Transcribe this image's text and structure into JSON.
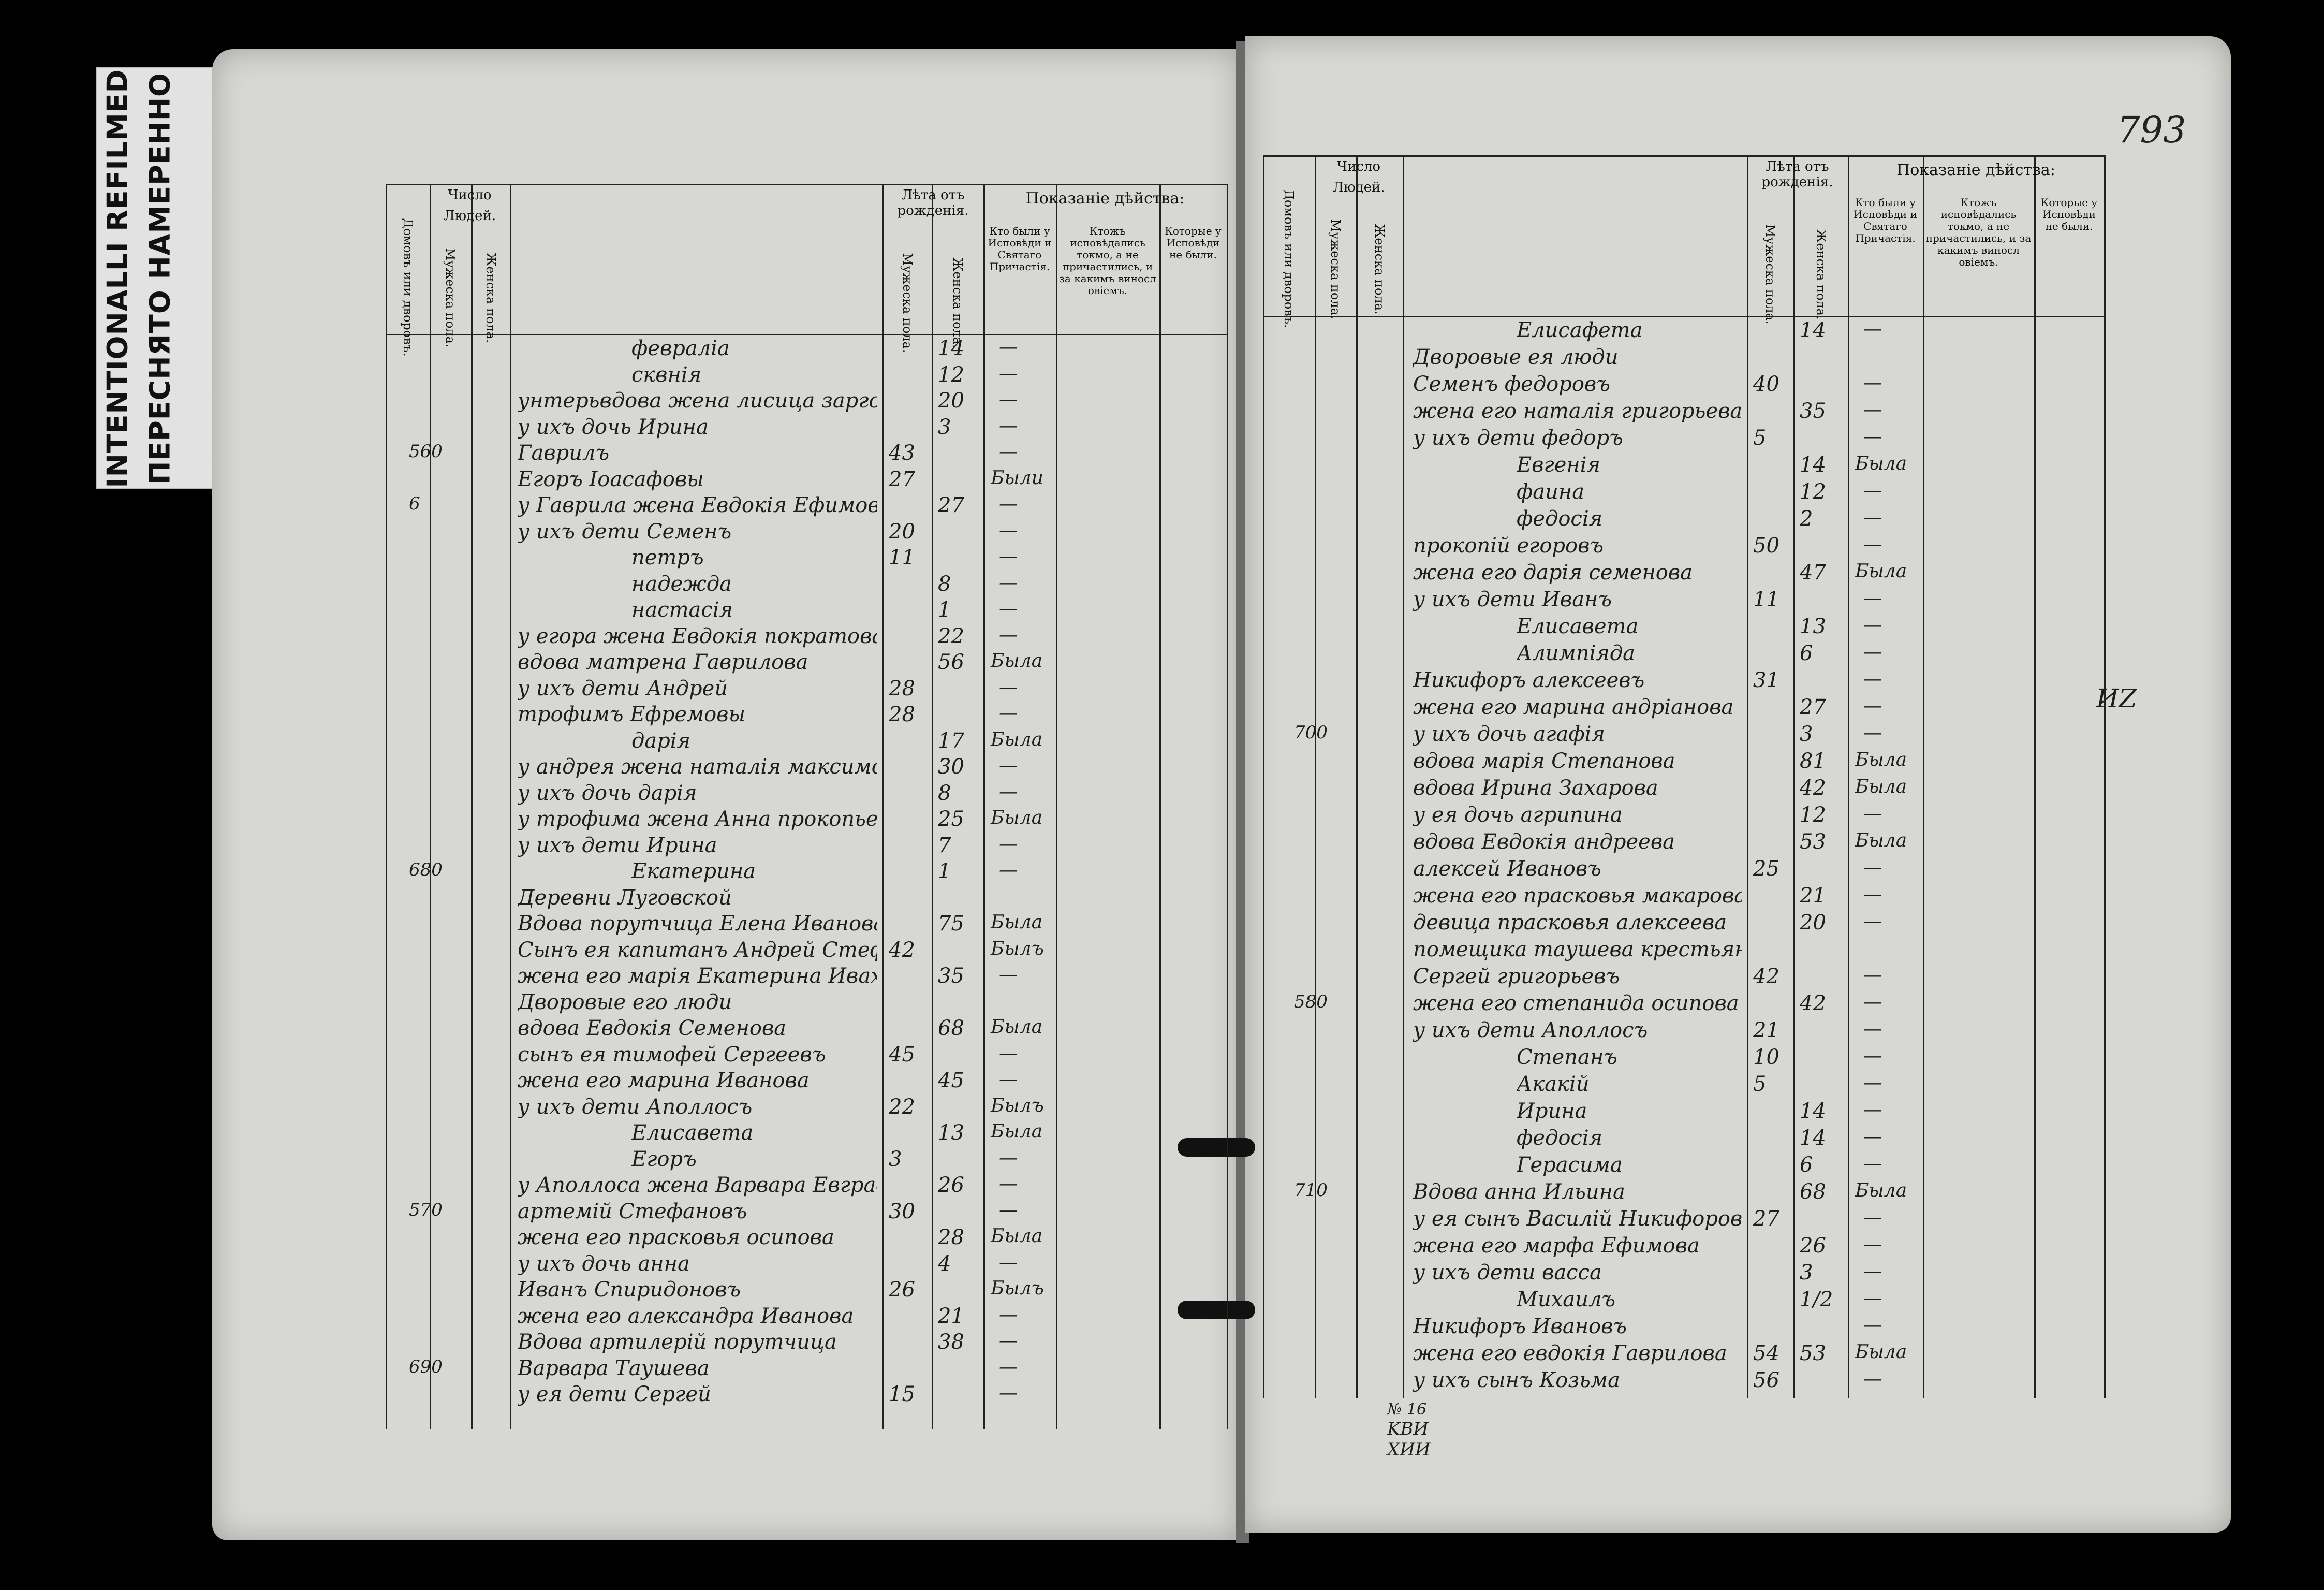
{
  "stamp": {
    "line1": "ПЕРЕСНЯТО НАМЕРЕННО",
    "line2": "INTENTIONALLI REFILMED"
  },
  "page_number": "793",
  "headers": {
    "chislo": "Число",
    "lyudey": "Людей.",
    "domov": "Домовъ или дворовъ.",
    "muzh": "Мужеска пола.",
    "zhen": "Женска пола.",
    "leta": "Лѣта отъ рожденія.",
    "muzh_age": "Мужеска пола.",
    "zhen_age": "Женска пола.",
    "pokazanie": "Показаніе дѣйства:",
    "kto_byli": "Кто были у Исповѣди и Святаго Причастія.",
    "ktozh": "Ктожъ исповѣдались токмо, а не причастились, и за какимъ виносл овіемъ.",
    "kotorye": "Которые у Исповѣди не были."
  },
  "left_rows": [
    {
      "text": "февраліа",
      "m": "",
      "f": "14",
      "mark": ""
    },
    {
      "text": "сквнія",
      "m": "",
      "f": "12",
      "mark": ""
    },
    {
      "text": "унтерьвдова жена лисица заргожова",
      "m": "",
      "f": "20",
      "mark": ""
    },
    {
      "text": "у ихъ дочь Ирина",
      "m": "",
      "f": "3",
      "mark": ""
    },
    {
      "text": "Гаврилъ",
      "m": "43",
      "f": "",
      "mark": ""
    },
    {
      "text": "Егоръ   Іоасафовы",
      "m": "27",
      "f": "",
      "mark": "Были"
    },
    {
      "text": "у Гаврила жена Евдокія Ефимова",
      "m": "",
      "f": "27",
      "mark": ""
    },
    {
      "text": "у ихъ дети Семенъ",
      "m": "20",
      "f": "",
      "mark": ""
    },
    {
      "text": "петръ",
      "m": "11",
      "f": "",
      "mark": ""
    },
    {
      "text": "надежда",
      "m": "",
      "f": "8",
      "mark": ""
    },
    {
      "text": "настасія",
      "m": "",
      "f": "1",
      "mark": ""
    },
    {
      "text": "у егора жена Евдокія пократова",
      "m": "",
      "f": "22",
      "mark": ""
    },
    {
      "text": "вдова матрена Гаврилова",
      "m": "",
      "f": "56",
      "mark": "Была"
    },
    {
      "text": "у ихъ дети Андрей",
      "m": "28",
      "f": "",
      "mark": ""
    },
    {
      "text": "трофимъ   Ефремовы",
      "m": "28",
      "f": "",
      "mark": ""
    },
    {
      "text": "дарія",
      "m": "",
      "f": "17",
      "mark": "Была"
    },
    {
      "text": "у андрея жена наталія максимова",
      "m": "",
      "f": "30",
      "mark": ""
    },
    {
      "text": "у ихъ дочь дарія",
      "m": "",
      "f": "8",
      "mark": ""
    },
    {
      "text": "у трофима жена Анна прокопьева",
      "m": "",
      "f": "25",
      "mark": "Была"
    },
    {
      "text": "у ихъ дети Ирина",
      "m": "",
      "f": "7",
      "mark": ""
    },
    {
      "text": "Екатерина",
      "m": "",
      "f": "1",
      "mark": ""
    },
    {
      "text": "Деревни Луговской",
      "m": "",
      "f": "",
      "mark": ""
    },
    {
      "text": "Вдова порутчица Елена Иванова",
      "m": "",
      "f": "75",
      "mark": "Была"
    },
    {
      "text": "Сынъ ея капитанъ Андрей Стефановъ Таушевъ",
      "m": "42",
      "f": "",
      "mark": "Былъ"
    },
    {
      "text": "жена его марія Екатерина Ивахова",
      "m": "",
      "f": "35",
      "mark": ""
    },
    {
      "text": "Дворовые его люди",
      "m": "",
      "f": "",
      "mark": ""
    },
    {
      "text": "вдова Евдокія Семенова",
      "m": "",
      "f": "68",
      "mark": "Была"
    },
    {
      "text": "сынъ ея тимофей Сергеевъ",
      "m": "45",
      "f": "",
      "mark": ""
    },
    {
      "text": "жена его марина Иванова",
      "m": "",
      "f": "45",
      "mark": ""
    },
    {
      "text": "у ихъ дети Аполлосъ",
      "m": "22",
      "f": "",
      "mark": "Былъ"
    },
    {
      "text": "Елисавета",
      "m": "",
      "f": "13",
      "mark": "Была"
    },
    {
      "text": "Егоръ",
      "m": "3",
      "f": "",
      "mark": ""
    },
    {
      "text": "у Аполлоса жена Варвара Евграфова",
      "m": "",
      "f": "26",
      "mark": ""
    },
    {
      "text": "артемій Стефановъ",
      "m": "30",
      "f": "",
      "mark": ""
    },
    {
      "text": "жена его прасковья осипова",
      "m": "",
      "f": "28",
      "mark": "Была"
    },
    {
      "text": "у ихъ дочь анна",
      "m": "",
      "f": "4",
      "mark": ""
    },
    {
      "text": "Иванъ Спиридоновъ",
      "m": "26",
      "f": "",
      "mark": "Былъ"
    },
    {
      "text": "жена его александра Иванова",
      "m": "",
      "f": "21",
      "mark": ""
    },
    {
      "text": "Вдова артилерій порутчица",
      "m": "",
      "f": "38",
      "mark": ""
    },
    {
      "text": "Варвара Таушева",
      "m": "",
      "f": "",
      "mark": ""
    },
    {
      "text": "у ея дети Сергей",
      "m": "15",
      "f": "",
      "mark": ""
    }
  ],
  "left_house_nums": [
    {
      "label": "560",
      "row": 4
    },
    {
      "label": "6",
      "row": 6
    },
    {
      "label": "680",
      "row": 20
    },
    {
      "label": "570",
      "row": 33
    },
    {
      "label": "690",
      "row": 39
    }
  ],
  "right_rows": [
    {
      "text": "Елисафета",
      "m": "",
      "f": "14",
      "mark": ""
    },
    {
      "text": "Дворовые ея люди",
      "m": "",
      "f": "",
      "mark": ""
    },
    {
      "text": "Семенъ федоровъ",
      "m": "40",
      "f": "",
      "mark": ""
    },
    {
      "text": "жена его наталія григорьева",
      "m": "",
      "f": "35",
      "mark": ""
    },
    {
      "text": "у ихъ дети федоръ",
      "m": "5",
      "f": "",
      "mark": ""
    },
    {
      "text": "Евгенія",
      "m": "",
      "f": "14",
      "mark": "Была"
    },
    {
      "text": "фаина",
      "m": "",
      "f": "12",
      "mark": ""
    },
    {
      "text": "федосія",
      "m": "",
      "f": "2",
      "mark": ""
    },
    {
      "text": "прокопій егоровъ",
      "m": "50",
      "f": "",
      "mark": ""
    },
    {
      "text": "жена его дарія семенова",
      "m": "",
      "f": "47",
      "mark": "Была"
    },
    {
      "text": "у ихъ дети Иванъ",
      "m": "11",
      "f": "",
      "mark": ""
    },
    {
      "text": "Елисавета",
      "m": "",
      "f": "13",
      "mark": ""
    },
    {
      "text": "Алимпіяда",
      "m": "",
      "f": "6",
      "mark": ""
    },
    {
      "text": "Никифоръ алексеевъ",
      "m": "31",
      "f": "",
      "mark": ""
    },
    {
      "text": "жена его марина андріанова",
      "m": "",
      "f": "27",
      "mark": ""
    },
    {
      "text": "у ихъ дочь агафія",
      "m": "",
      "f": "3",
      "mark": ""
    },
    {
      "text": "вдова марія Степанова",
      "m": "",
      "f": "81",
      "mark": "Была"
    },
    {
      "text": "вдова Ирина Захарова",
      "m": "",
      "f": "42",
      "mark": "Была"
    },
    {
      "text": "у ея дочь агрипина",
      "m": "",
      "f": "12",
      "mark": ""
    },
    {
      "text": "вдова Евдокія андреева",
      "m": "",
      "f": "53",
      "mark": "Была"
    },
    {
      "text": "алексей Ивановъ",
      "m": "25",
      "f": "",
      "mark": ""
    },
    {
      "text": "жена его прасковья макарова",
      "m": "",
      "f": "21",
      "mark": ""
    },
    {
      "text": "девица прасковья алексеева",
      "m": "",
      "f": "20",
      "mark": ""
    },
    {
      "text": "помещика таушева крестьянъ и дворовые",
      "m": "",
      "f": "",
      "mark": ""
    },
    {
      "text": "Сергей григорьевъ",
      "m": "42",
      "f": "",
      "mark": ""
    },
    {
      "text": "жена его степанида осипова",
      "m": "",
      "f": "42",
      "mark": ""
    },
    {
      "text": "у ихъ дети Аполлосъ",
      "m": "21",
      "f": "",
      "mark": ""
    },
    {
      "text": "Степанъ",
      "m": "10",
      "f": "",
      "mark": ""
    },
    {
      "text": "Акакій",
      "m": "5",
      "f": "",
      "mark": ""
    },
    {
      "text": "Ирина",
      "m": "",
      "f": "14",
      "mark": ""
    },
    {
      "text": "федосія",
      "m": "",
      "f": "14",
      "mark": ""
    },
    {
      "text": "Герасима",
      "m": "",
      "f": "6",
      "mark": ""
    },
    {
      "text": "Вдова анна Ильина",
      "m": "",
      "f": "68",
      "mark": "Была"
    },
    {
      "text": "у ея сынъ Василій Никифоровъ",
      "m": "27",
      "f": "",
      "mark": ""
    },
    {
      "text": "жена его марфа Ефимова",
      "m": "",
      "f": "26",
      "mark": ""
    },
    {
      "text": "у ихъ дети васса",
      "m": "",
      "f": "3",
      "mark": ""
    },
    {
      "text": "Михаилъ",
      "m": "",
      "f": "1/2",
      "mark": ""
    },
    {
      "text": "Никифоръ Ивановъ",
      "m": "",
      "f": "",
      "mark": ""
    },
    {
      "text": "жена его евдокія Гаврилова",
      "m": "54",
      "f": "53",
      "mark": "Была"
    },
    {
      "text": "у ихъ сынъ Козьма",
      "m": "56",
      "f": "",
      "mark": ""
    }
  ],
  "right_house_nums": [
    {
      "label": "700",
      "row": 15
    },
    {
      "label": "580",
      "row": 25
    },
    {
      "label": "710",
      "row": 32
    }
  ],
  "bottom_notes": {
    "n1": "№ 16",
    "n2": "KBИ",
    "n3": "XИИ"
  },
  "margin_note": "ИZ"
}
